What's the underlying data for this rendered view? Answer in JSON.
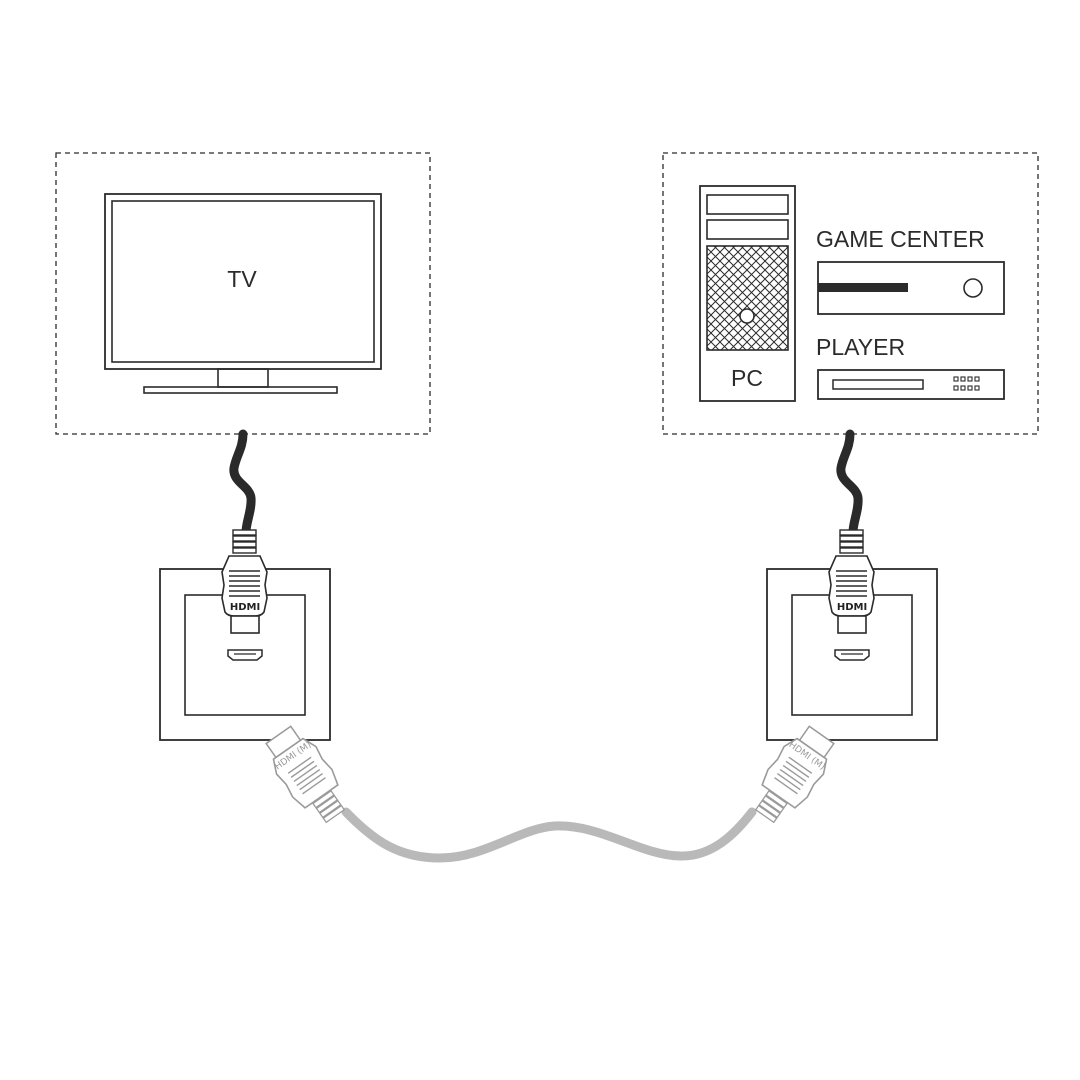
{
  "tv_group": {
    "tv_label": "TV"
  },
  "source_group": {
    "pc_label": "PC",
    "game_center_label": "GAME CENTER",
    "player_label": "PLAYER"
  },
  "wall_plates": {
    "plug_label": "HDMI",
    "cable_plug_label": "HDMI (M)"
  },
  "colors": {
    "outline": "#2b2b2b",
    "device_cable": "#2a2a2a",
    "wall_cable": "#b9b9b9",
    "wall_cable_plug": "#9a9a9a"
  }
}
